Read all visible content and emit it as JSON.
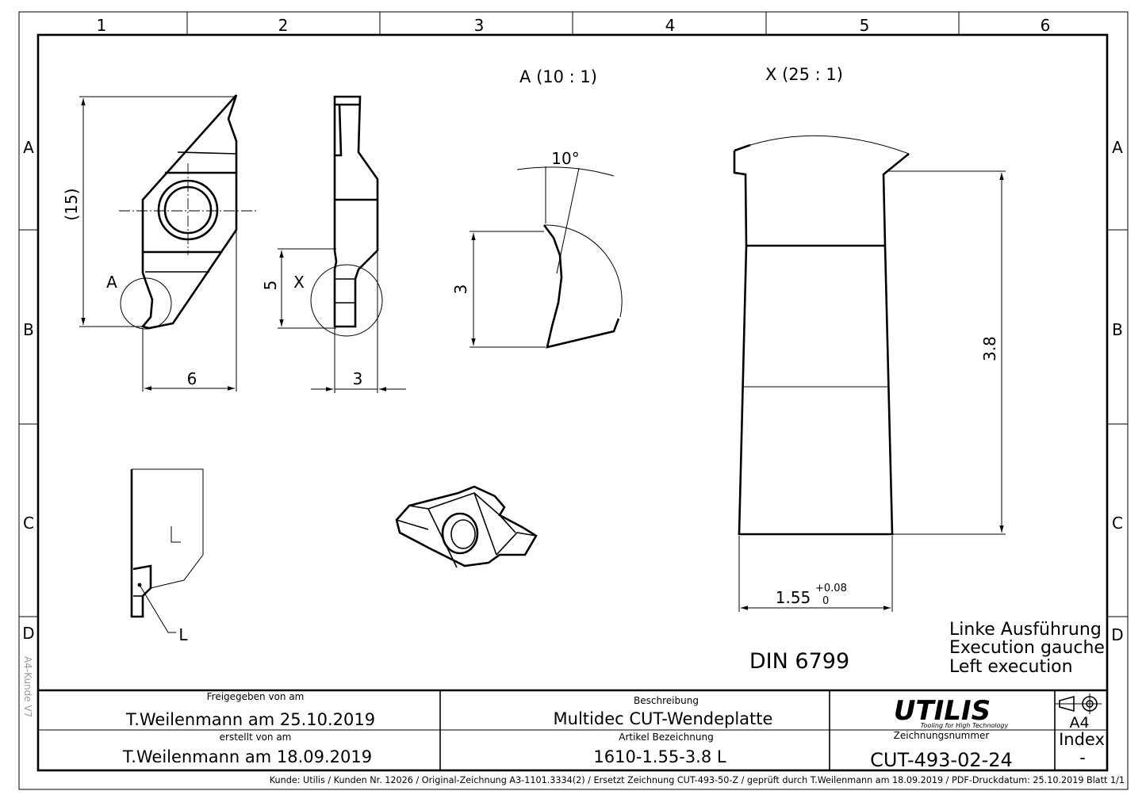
{
  "frame": {
    "columns": [
      "1",
      "2",
      "3",
      "4",
      "5",
      "6"
    ],
    "rows": [
      "A",
      "B",
      "C",
      "D"
    ],
    "side_label": "A4-Kunde V7"
  },
  "views": {
    "detail_a_title": "A (10 : 1)",
    "detail_x_title": "X (25 : 1)",
    "detail_a_label": "A",
    "detail_x_label": "X",
    "hand_label": "L",
    "hand_leader_label": "L",
    "standard": "DIN 6799"
  },
  "dimensions": {
    "height_15": "(15)",
    "width_6": "6",
    "height_5": "5",
    "width_3": "3",
    "detail_a_height": "3",
    "detail_a_angle": "10°",
    "detail_x_height": "3.8",
    "detail_x_width": "1.55",
    "detail_x_tol_upper": "+0.08",
    "detail_x_tol_lower": "0"
  },
  "execution_note": [
    "Linke Ausführung",
    "Execution gauche",
    "Left execution"
  ],
  "title_block": {
    "released_label": "Freigegeben von am",
    "released_value": "T.Weilenmann am 25.10.2019",
    "created_label": "erstellt von am",
    "created_value": "T.Weilenmann am 18.09.2019",
    "description_label": "Beschreibung",
    "description_value": "Multidec CUT-Wendeplatte",
    "article_label": "Artikel Bezeichnung",
    "article_value": "1610-1.55-3.8 L",
    "logo_text": "UTILIS",
    "logo_tagline": "Tooling for High Technology",
    "drawing_no_label": "Zeichnungsnummer",
    "drawing_no_value": "CUT-493-02-24",
    "sheet_format": "A4",
    "index_label": "Index",
    "index_value": "-"
  },
  "footer": "Kunde: Utilis / Kunden Nr. 12026 /  Original-Zeichnung A3-1101.3334(2)     /     Ersetzt Zeichnung CUT-493-50-Z / geprüft durch T.Weilenmann am 18.09.2019 / PDF-Druckdatum: 25.10.2019  Blatt 1/1"
}
